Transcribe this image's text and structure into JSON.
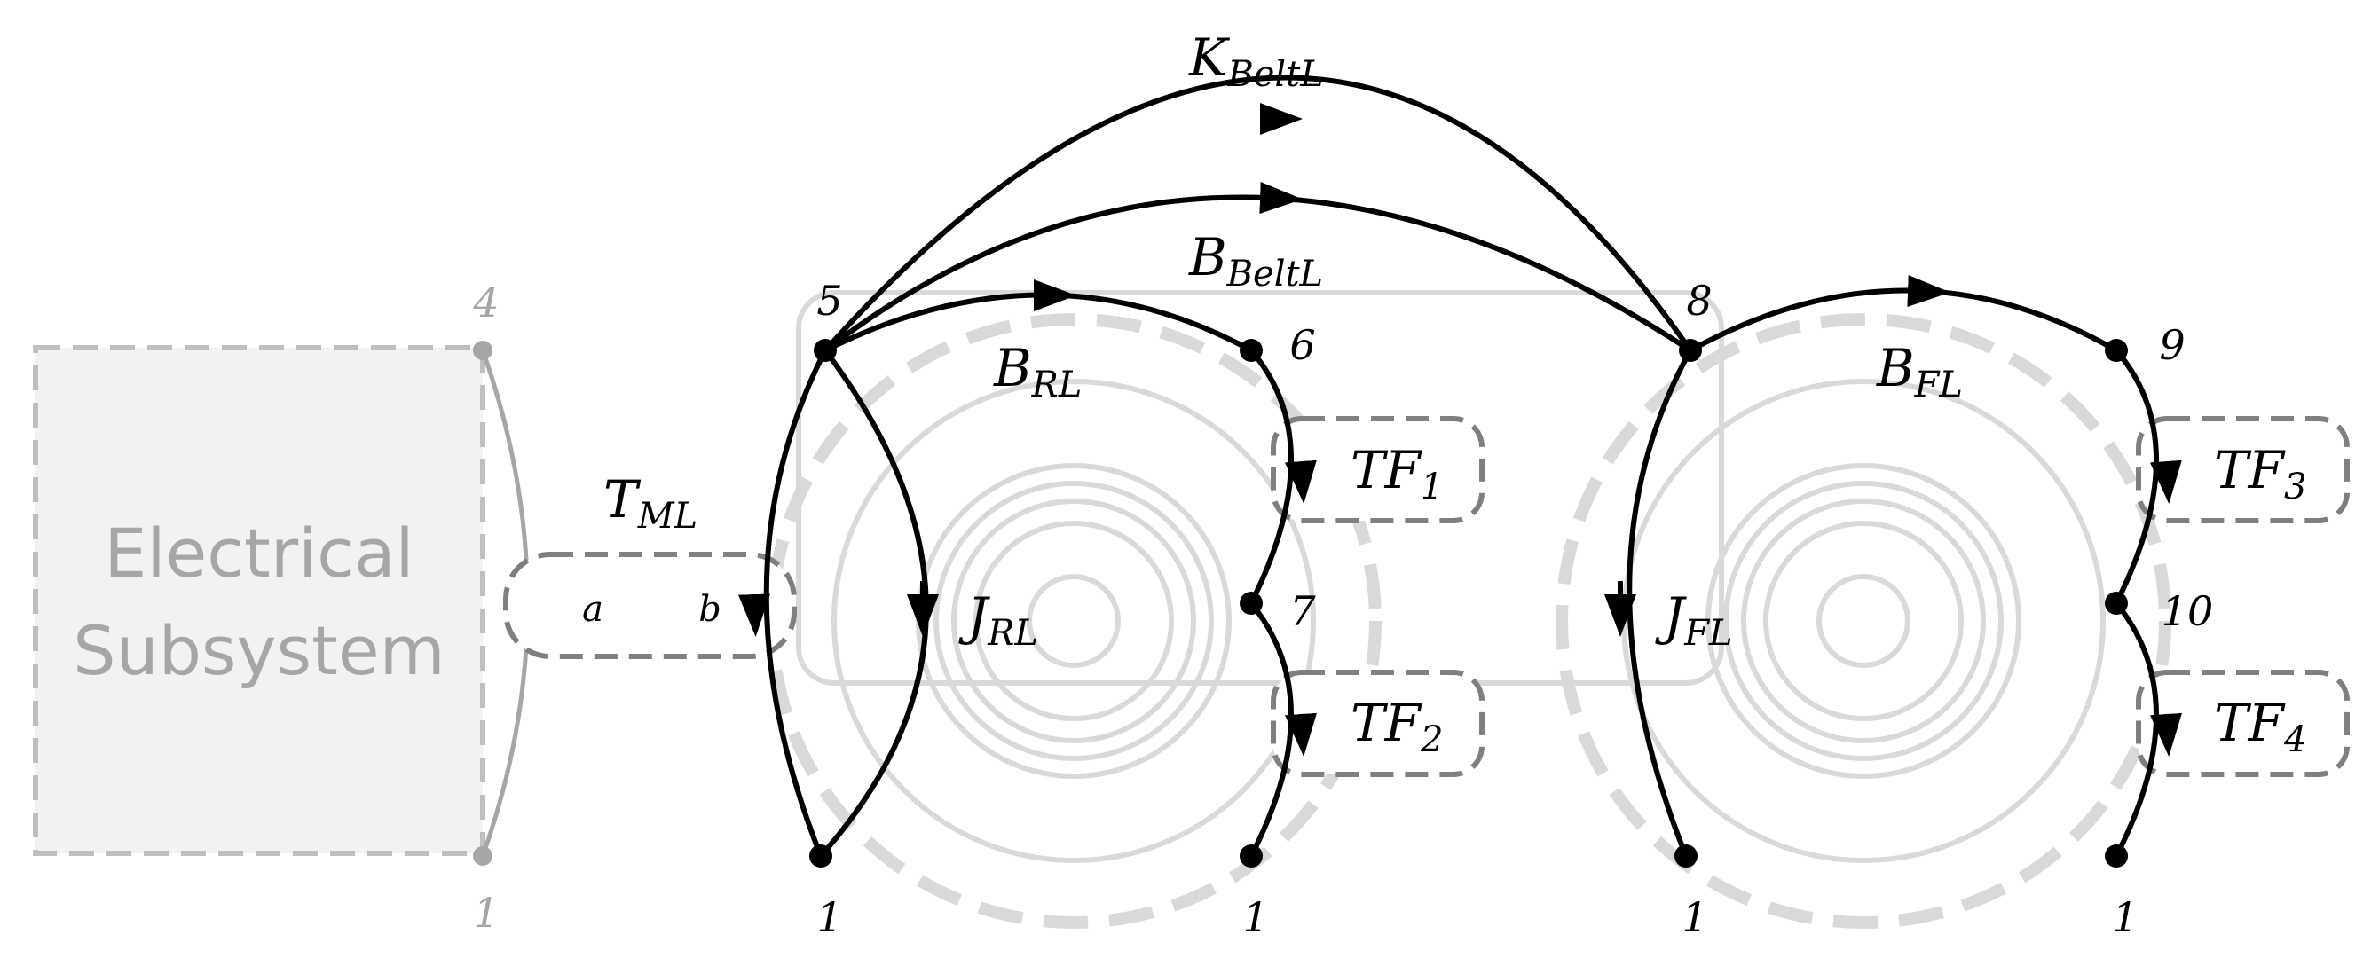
{
  "subsystem": {
    "line1": "Electrical",
    "line2": "Subsystem"
  },
  "grey_nodes": {
    "top": "4",
    "bottom": "1"
  },
  "port": {
    "a": "a",
    "b": "b"
  },
  "nodes": {
    "n5": "5",
    "n6": "6",
    "n7": "7",
    "n8": "8",
    "n9": "9",
    "n10": "10"
  },
  "ground_labels": {
    "g1": "1",
    "g2": "1",
    "g3": "1",
    "g4": "1"
  },
  "labels": {
    "k_belt": {
      "main": "K",
      "sub": "BeltL"
    },
    "b_belt": {
      "main": "B",
      "sub": "BeltL"
    },
    "b_rl": {
      "main": "B",
      "sub": "RL"
    },
    "b_fl": {
      "main": "B",
      "sub": "FL"
    },
    "t_ml": {
      "main": "T",
      "sub": "ML"
    },
    "j_rl": {
      "main": "J",
      "sub": "RL"
    },
    "j_fl": {
      "main": "J",
      "sub": "FL"
    },
    "tf1": {
      "main": "TF",
      "sub": "1"
    },
    "tf2": {
      "main": "TF",
      "sub": "2"
    },
    "tf3": {
      "main": "TF",
      "sub": "3"
    },
    "tf4": {
      "main": "TF",
      "sub": "4"
    }
  },
  "colors": {
    "edge": "#000000",
    "box_border": "#7f7f7f",
    "grey": "#a6a6a6",
    "background_art": "#d9d9d9",
    "subsystem_fill": "#f2f2f2"
  }
}
